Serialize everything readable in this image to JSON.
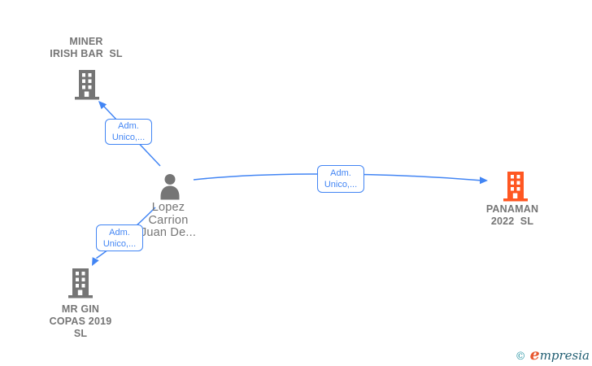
{
  "diagram": {
    "title": "Corporate relationships graph",
    "edge_color": "#4285F4",
    "nodes": {
      "miner": {
        "label": "MINER\nIRISH BAR  SL",
        "type": "company",
        "icon": "building-icon",
        "icon_color": "#757575"
      },
      "person": {
        "label": "Lopez\nCarrion\nJuan De...",
        "type": "person",
        "icon": "person-icon",
        "icon_color": "#757575"
      },
      "panaman": {
        "label": "PANAMAN\n2022  SL",
        "type": "company",
        "icon": "building-icon",
        "icon_color": "#FF5722"
      },
      "mrgin": {
        "label": "MR GIN\nCOPAS 2019\nSL",
        "type": "company",
        "icon": "building-icon",
        "icon_color": "#757575"
      }
    },
    "edges": [
      {
        "from": "person",
        "to": "miner",
        "label": "Adm.\nUnico,..."
      },
      {
        "from": "person",
        "to": "panaman",
        "label": "Adm.\nUnico,..."
      },
      {
        "from": "person",
        "to": "mrgin",
        "label": "Adm.\nUnico,..."
      }
    ]
  },
  "watermark": {
    "copyright": "©",
    "brand_first_letter": "e",
    "brand_rest": "mpresia"
  }
}
